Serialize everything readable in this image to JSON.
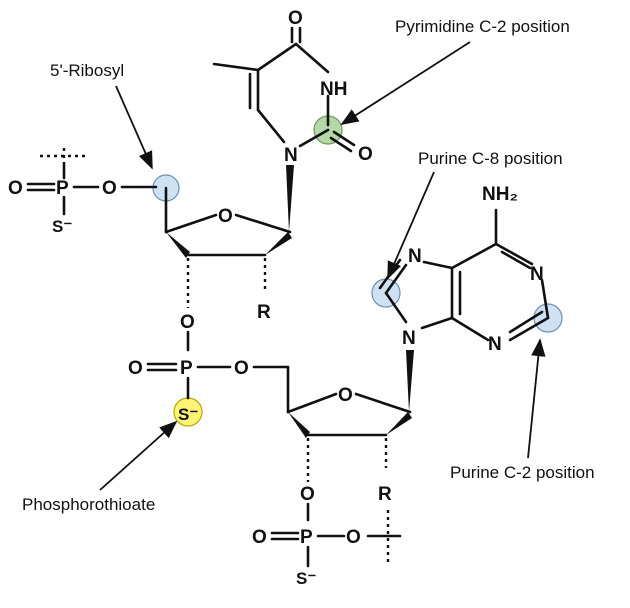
{
  "colors": {
    "site_blue": "#cfe2f3",
    "site_green": "#b6d7a8",
    "site_yellow": "#fff475",
    "stroke": "#111111"
  },
  "labels": {
    "pyrimidine_c2": "Pyrimidine C-2 position",
    "ribosyl": "5'-Ribosyl",
    "purine_c8": "Purine C-8 position",
    "purine_c2": "Purine C-2 position",
    "phosphorothioate": "Phosphorothioate"
  },
  "atoms": {
    "o": "O",
    "n": "N",
    "nh": "NH",
    "p": "P",
    "s": "S⁻",
    "r": "R",
    "nh2": "NH₂"
  }
}
